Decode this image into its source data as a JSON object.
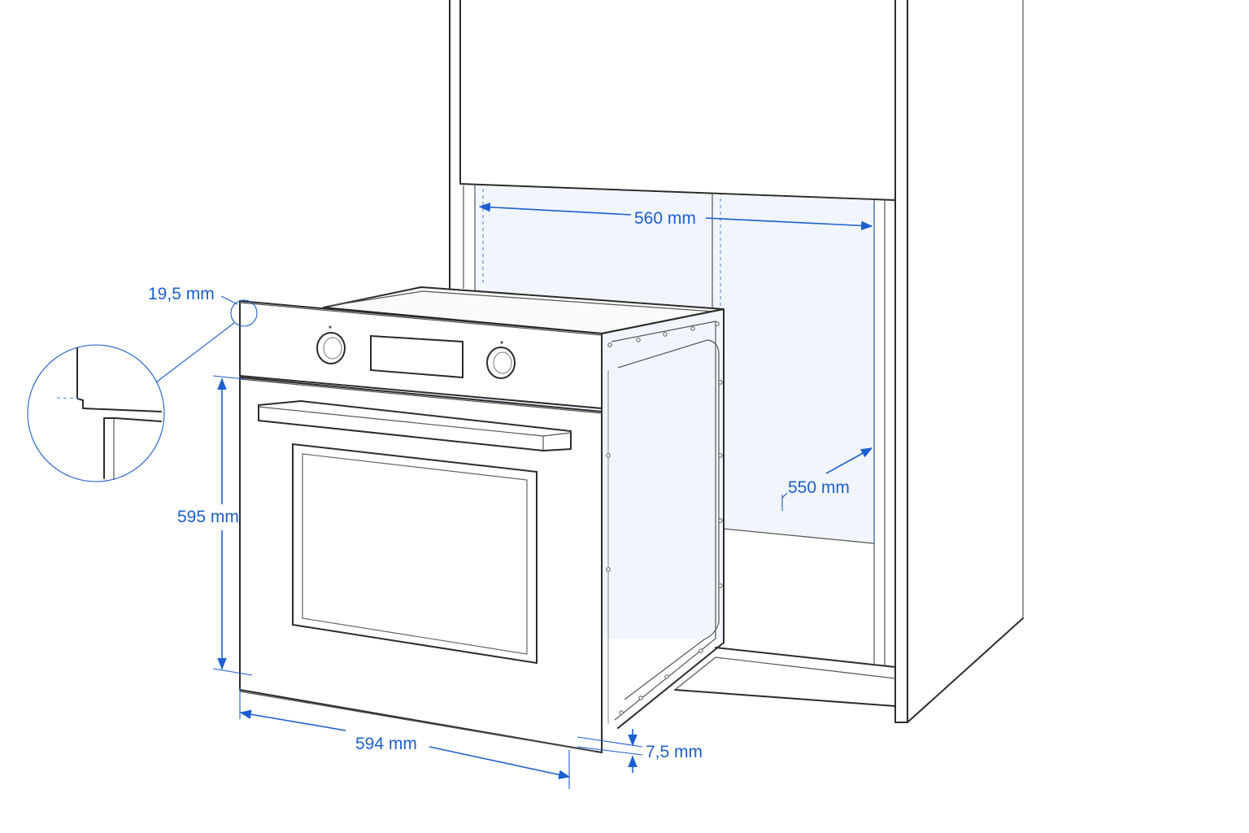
{
  "colors": {
    "dimension": "#1d5fcf",
    "outline": "#2b2b2b",
    "niche_fill": "#f1f6fe",
    "background": "#ffffff"
  },
  "dimensions": {
    "niche_width": "560 mm",
    "niche_depth": "550 mm",
    "panel_overhang": "19,5 mm",
    "oven_height": "595 mm",
    "oven_width": "594 mm",
    "bottom_gap": "7,5 mm"
  }
}
